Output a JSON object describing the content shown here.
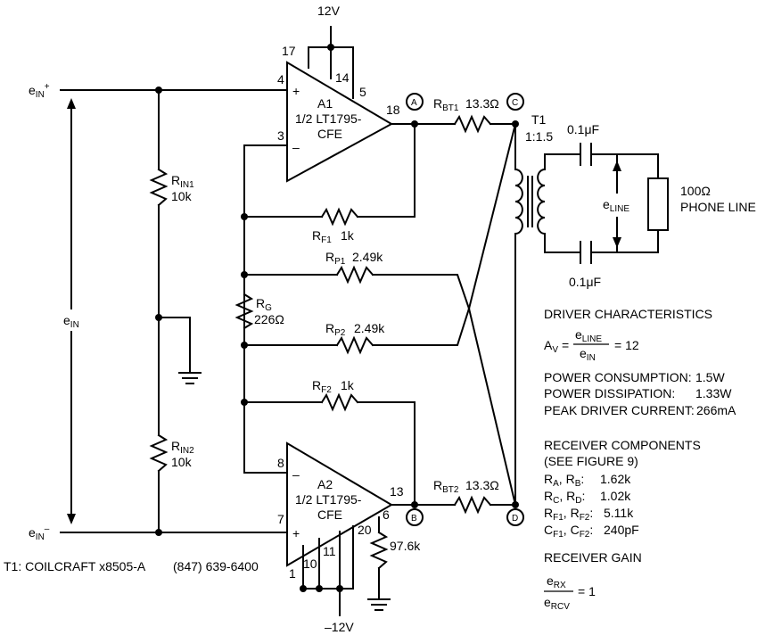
{
  "supply": {
    "positive": "12V",
    "negative": "–12V"
  },
  "inputs": {
    "ein_plus_main": "e",
    "ein_plus_sub": "IN",
    "ein_plus_sup": "+",
    "ein_minus_main": "e",
    "ein_minus_sub": "IN",
    "ein_minus_sup": "–",
    "ein_main": "e",
    "ein_sub": "IN"
  },
  "amp_a1": {
    "name": "A1",
    "part_line1": "1/2 LT1795-",
    "part_line2": "CFE",
    "pins": {
      "p17": "17",
      "p14": "14",
      "p5": "5",
      "p4": "4",
      "p3": "3",
      "p18": "18"
    }
  },
  "amp_a2": {
    "name": "A2",
    "part_line1": "1/2 LT1795-",
    "part_line2": "CFE",
    "pins": {
      "p8": "8",
      "p7": "7",
      "p13": "13",
      "p6": "6",
      "p20": "20",
      "p11": "11",
      "p10": "10",
      "p1": "1"
    }
  },
  "plus_sign": "+",
  "minus_sign": "–",
  "nodes": {
    "a": "A",
    "b": "B",
    "c": "C",
    "d": "D"
  },
  "resistors": {
    "rin1": {
      "main": "R",
      "sub": "IN1",
      "value": "10k"
    },
    "rin2": {
      "main": "R",
      "sub": "IN2",
      "value": "10k"
    },
    "rg": {
      "main": "R",
      "sub": "G",
      "value": "226Ω"
    },
    "rf1": {
      "main": "R",
      "sub": "F1",
      "value": "1k"
    },
    "rf2": {
      "main": "R",
      "sub": "F2",
      "value": "1k"
    },
    "rp1": {
      "main": "R",
      "sub": "P1",
      "value": "2.49k"
    },
    "rp2": {
      "main": "R",
      "sub": "P2",
      "value": "2.49k"
    },
    "rbt1": {
      "main": "R",
      "sub": "BT1",
      "value": "13.3Ω"
    },
    "rbt2": {
      "main": "R",
      "sub": "BT2",
      "value": "13.3Ω"
    },
    "r6": {
      "value": "97.6k"
    }
  },
  "transformer": {
    "name": "T1",
    "ratio": "1:1.5"
  },
  "capacitors": {
    "top": "0.1μF",
    "bottom": "0.1μF"
  },
  "eline": {
    "main": "e",
    "sub": "LINE"
  },
  "load": {
    "line1": "100Ω",
    "line2": "PHONE LINE"
  },
  "driver": {
    "title": "DRIVER CHARACTERISTICS",
    "av_main": "A",
    "av_sub": "V",
    "av_eq": "=",
    "num_main": "e",
    "num_sub": "LINE",
    "den_main": "e",
    "den_sub": "IN",
    "av_result": "= 12",
    "power_consumption_label": "POWER CONSUMPTION:",
    "power_consumption_value": "1.5W",
    "power_dissipation_label": "POWER DISSIPATION:",
    "power_dissipation_value": "1.33W",
    "peak_current_label": "PEAK DRIVER CURRENT:",
    "peak_current_value": "266mA"
  },
  "receiver": {
    "title": "RECEIVER COMPONENTS",
    "subtitle": "(SEE FIGURE 9)",
    "ra_rb": {
      "a": "A",
      "b": "B",
      "value": "1.62k"
    },
    "rc_rd": {
      "a": "C",
      "b": "D",
      "value": "1.02k"
    },
    "rf_pair": {
      "a": "F1",
      "b": "F2",
      "value": "5.11k"
    },
    "cf_pair": {
      "a": "F1",
      "b": "F2",
      "value": "240pF"
    },
    "gain_title": "RECEIVER GAIN",
    "gain_num_main": "e",
    "gain_num_sub": "RX",
    "gain_den_main": "e",
    "gain_den_sub": "RCV",
    "gain_result": "= 1"
  },
  "footer": {
    "transformer_note": "T1: COILCRAFT x8505-A",
    "phone": "(847) 639-6400"
  }
}
